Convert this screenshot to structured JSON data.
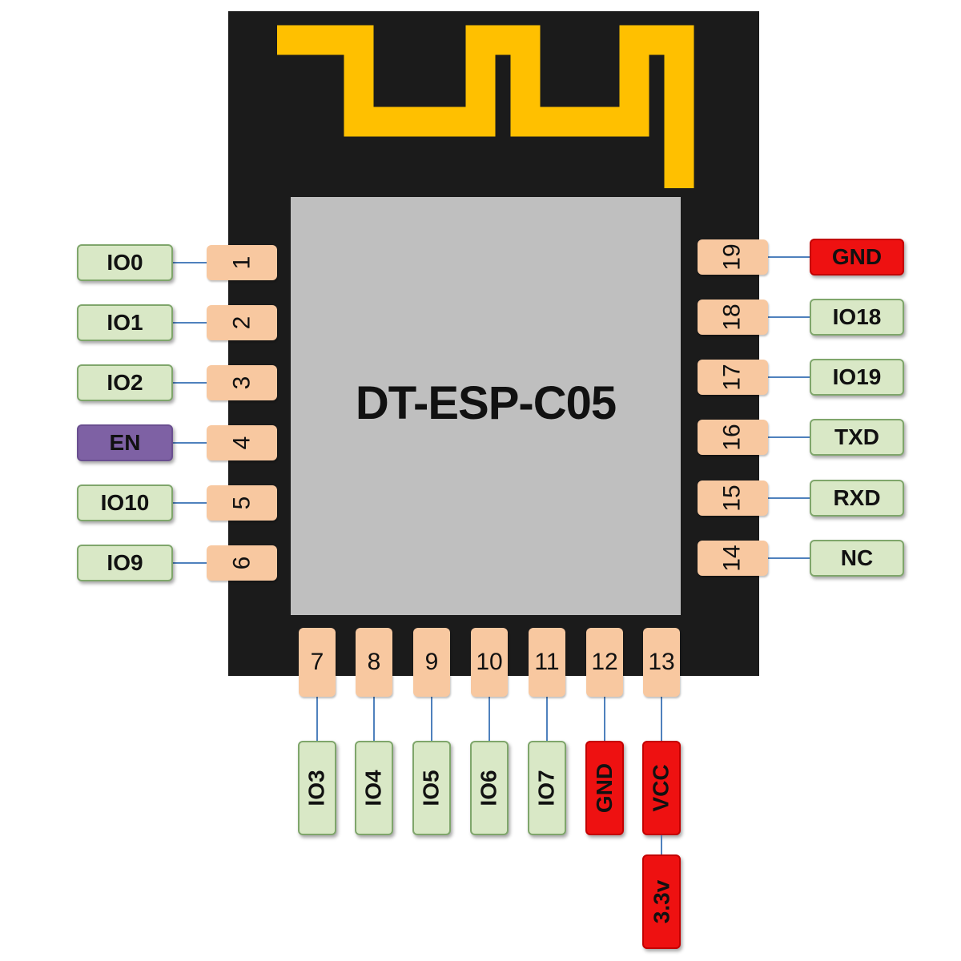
{
  "module": {
    "title": "DT-ESP-C05"
  },
  "colors": {
    "board": "#1b1b1b",
    "chip": "#bfbfbf",
    "antenna": "#ffc000",
    "pad": "#f8c8a0",
    "wire": "#4f81bd",
    "io_label": "#d9e8c6",
    "power_label": "#ee1111",
    "control_label": "#7e61a4"
  },
  "pins": {
    "left": [
      {
        "number": "1",
        "label": "IO0",
        "kind": "io"
      },
      {
        "number": "2",
        "label": "IO1",
        "kind": "io"
      },
      {
        "number": "3",
        "label": "IO2",
        "kind": "io"
      },
      {
        "number": "4",
        "label": "EN",
        "kind": "control"
      },
      {
        "number": "5",
        "label": "IO10",
        "kind": "io"
      },
      {
        "number": "6",
        "label": "IO9",
        "kind": "io"
      }
    ],
    "bottom": [
      {
        "number": "7",
        "label": "IO3",
        "kind": "io"
      },
      {
        "number": "8",
        "label": "IO4",
        "kind": "io"
      },
      {
        "number": "9",
        "label": "IO5",
        "kind": "io"
      },
      {
        "number": "10",
        "label": "IO6",
        "kind": "io"
      },
      {
        "number": "11",
        "label": "IO7",
        "kind": "io"
      },
      {
        "number": "12",
        "label": "GND",
        "kind": "power"
      },
      {
        "number": "13",
        "label": "VCC",
        "kind": "power",
        "sub_label": "3.3v"
      }
    ],
    "right": [
      {
        "number": "19",
        "label": "GND",
        "kind": "power"
      },
      {
        "number": "18",
        "label": "IO18",
        "kind": "io"
      },
      {
        "number": "17",
        "label": "IO19",
        "kind": "io"
      },
      {
        "number": "16",
        "label": "TXD",
        "kind": "io"
      },
      {
        "number": "15",
        "label": "RXD",
        "kind": "io"
      },
      {
        "number": "14",
        "label": "NC",
        "kind": "io"
      }
    ]
  }
}
